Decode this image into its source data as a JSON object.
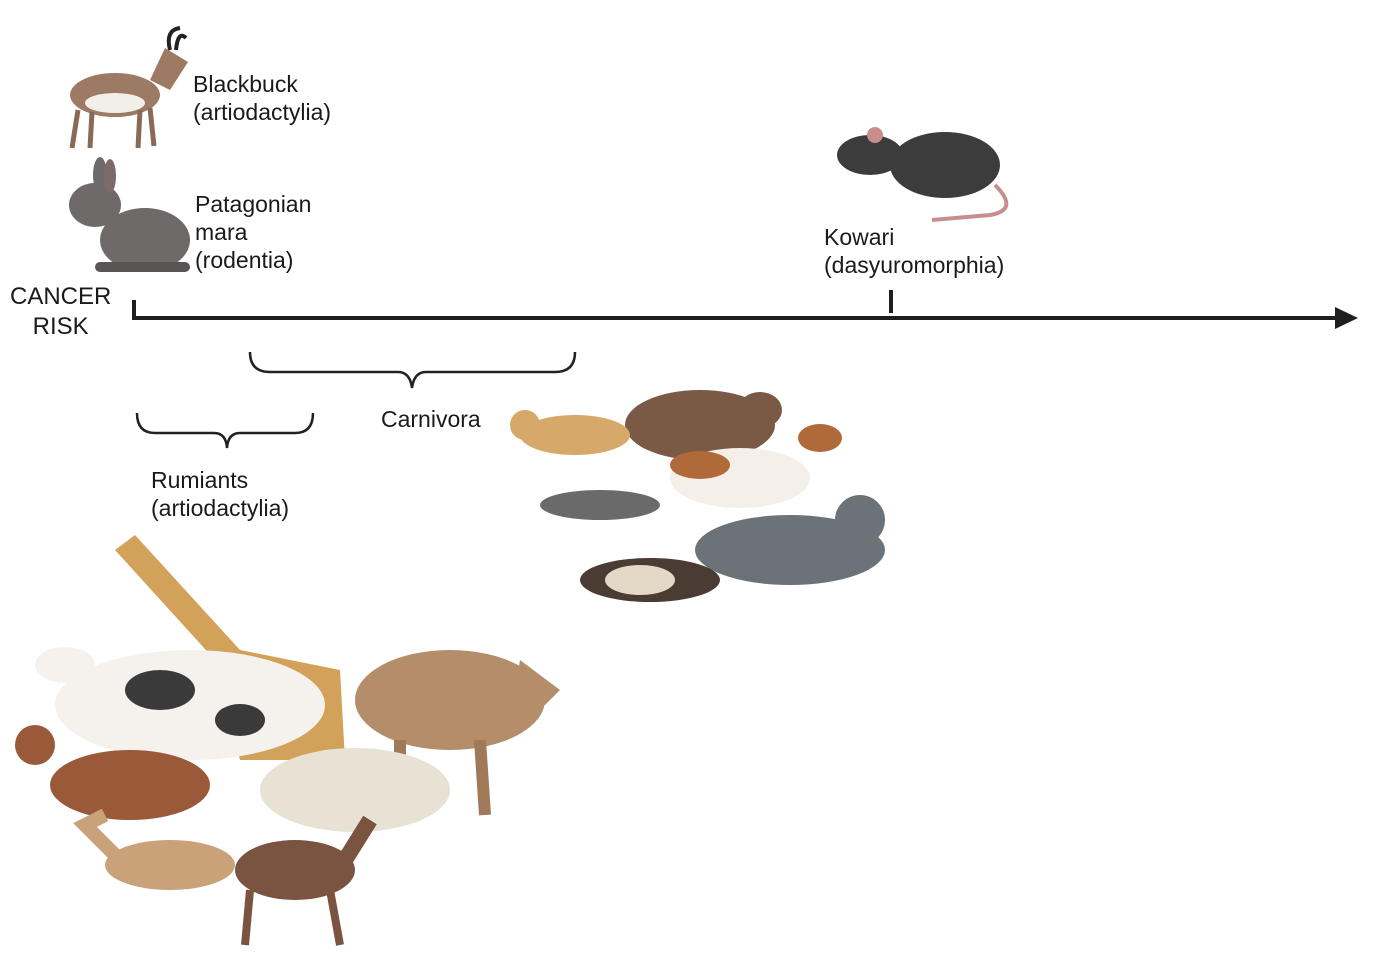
{
  "axis": {
    "label": "CANCER\nRISK"
  },
  "top_species": [
    {
      "name": "Blackbuck",
      "order": "(artiodactylia)"
    },
    {
      "name": "Patagonian\nmara",
      "order": "(rodentia)"
    },
    {
      "name": "Kowari",
      "order": "(dasyuromorphia)"
    }
  ],
  "groups": {
    "carnivora": {
      "label": "Carnivora"
    },
    "ruminants": {
      "label": "Rumiants\n(artiodactylia)"
    }
  },
  "colors": {
    "axis": "#1e1e1e",
    "brown": "#7a5a45",
    "grey": "#5f6163",
    "tan": "#b48e6a"
  }
}
